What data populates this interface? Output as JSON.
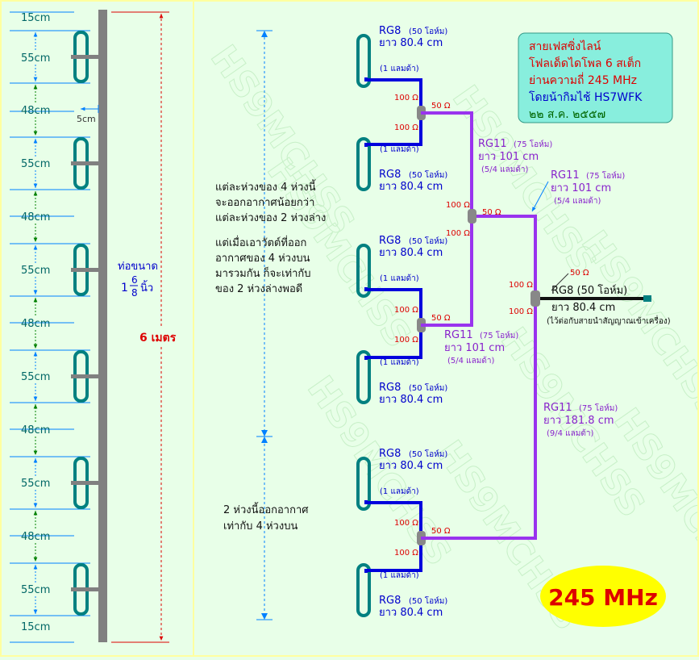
{
  "left_panel": {
    "segments": [
      {
        "label": "15cm",
        "kind": "end-gap"
      },
      {
        "label": "55cm",
        "kind": "dipole"
      },
      {
        "label": "48cm",
        "kind": "gap"
      },
      {
        "label": "55cm",
        "kind": "dipole"
      },
      {
        "label": "48cm",
        "kind": "gap"
      },
      {
        "label": "55cm",
        "kind": "dipole"
      },
      {
        "label": "48cm",
        "kind": "gap"
      },
      {
        "label": "55cm",
        "kind": "dipole"
      },
      {
        "label": "48cm",
        "kind": "gap"
      },
      {
        "label": "55cm",
        "kind": "dipole"
      },
      {
        "label": "48cm",
        "kind": "gap"
      },
      {
        "label": "55cm",
        "kind": "dipole"
      },
      {
        "label": "15cm",
        "kind": "end-gap"
      }
    ],
    "gap_5cm": "5cm",
    "pipe_label": "ท่อขนาด",
    "pipe_size": {
      "whole": "1",
      "num": "6",
      "den": "8",
      "unit": "นิ้ว"
    },
    "total_height": "6 เมตร"
  },
  "notes": {
    "note1": [
      "แต่ละห่วงของ 4 ห่วงนี้",
      "จะออกอากาศน้อยกว่า",
      "แต่ละห่วงของ 2 ห่วงล่าง"
    ],
    "note2": [
      "แต่เมื่อเอาวัตต์ที่ออก",
      "อากาศของ 4 ห่วงบน",
      "มารวมกัน ก็จะเท่ากับ",
      "ของ 2 ห่วงล่างพอดี"
    ],
    "note3": [
      "2 ห่วงนี้ออกอากาศ",
      "เท่ากับ 4 ห่วงบน"
    ]
  },
  "cables": {
    "rg8_name": "RG8",
    "rg8_imp": "(50 โอห์ม)",
    "rg8_len": "ยาว 80.4 cm",
    "rg8_wave": "(1 แลมด้า)",
    "rg11_name": "RG11",
    "rg11_imp": "(75 โอห์ม)",
    "rg11_len": "ยาว 101 cm",
    "rg11_wave": "(5/4 แลมด้า)",
    "rg11_long_len": "ยาว 181.8 cm",
    "rg11_long_wave": "(9/4 แลมด้า)",
    "feed_name": "RG8 (50 โอห์ม)",
    "feed_len": "ยาว 80.4 cm",
    "feed_note": "(ไว้ต่อกับสายนำสัญญาณเข้าเครื่อง)",
    "ohm_100": "100 Ω",
    "ohm_50": "50 Ω"
  },
  "title_box": {
    "lines": [
      "สายเฟสซิ่งไลน์",
      "โฟลเด็ดไดโพล 6 สเต็ก",
      "ย่านความถี่ 245 MHz",
      "โดยน้ากิมไช้ HS7WFK",
      "๒๒ ส.ค. ๒๕๕๗"
    ]
  },
  "freq_badge": "245 MHz",
  "watermark": "HS9MCHSS",
  "colors": {
    "background": "#e8ffe8",
    "mast": "#808080",
    "dipole": "#008080",
    "rg8_cable": "#0000dd",
    "rg11_cable": "#9933ee",
    "red_text": "#dd0000",
    "title_bg": "#88eedd",
    "badge_bg": "#ffff00",
    "dim_blue": "#0080ff",
    "gap_green": "#008000"
  }
}
